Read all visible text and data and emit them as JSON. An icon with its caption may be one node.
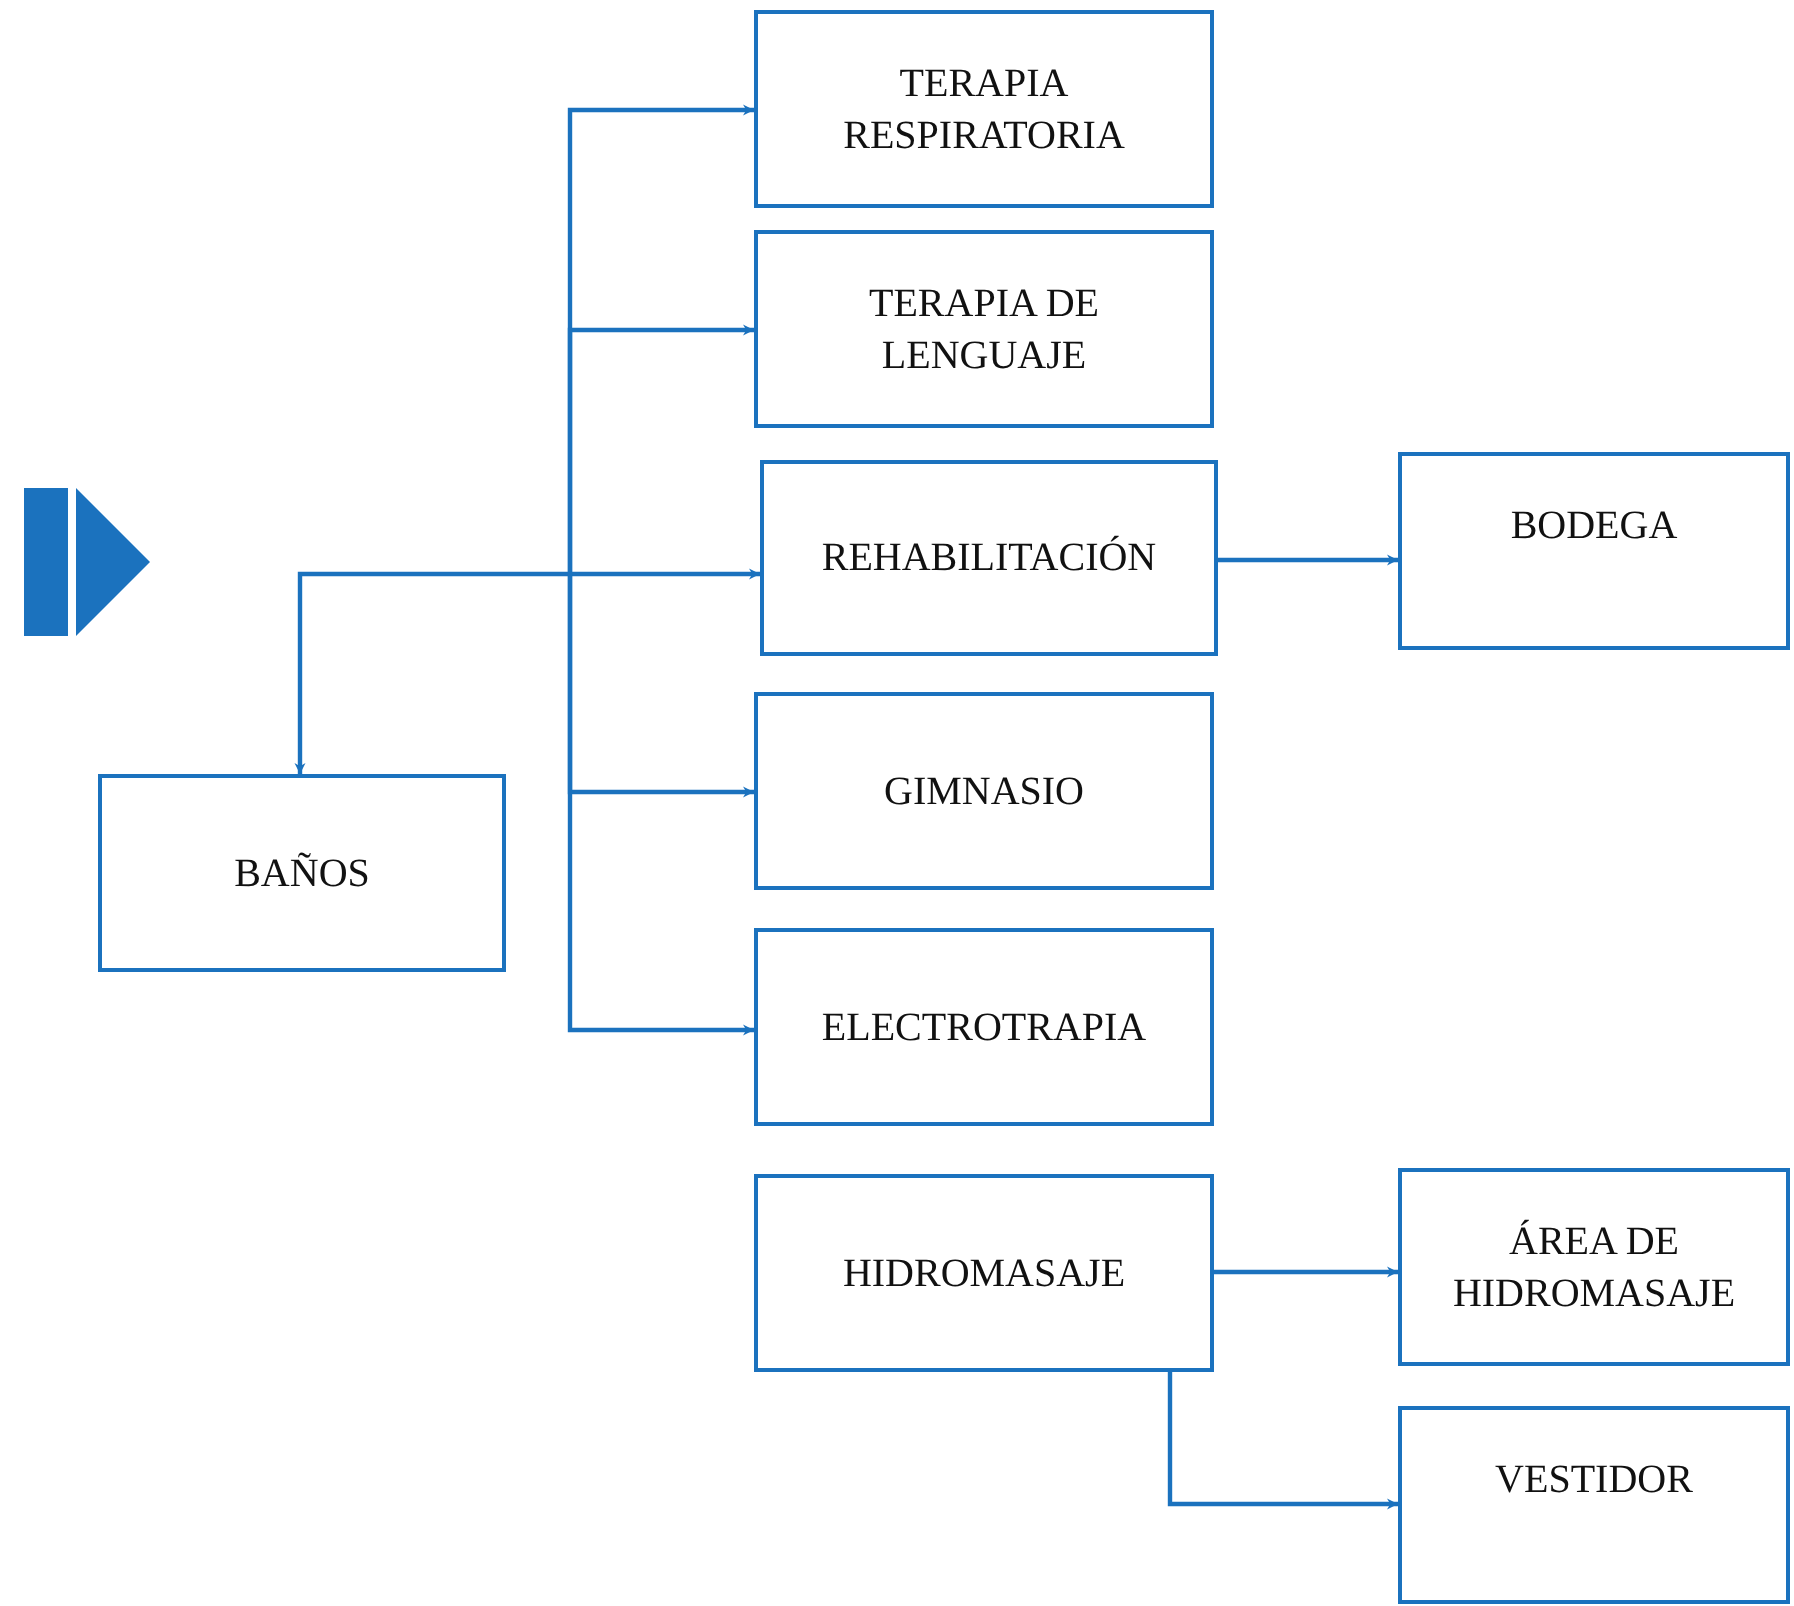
{
  "diagram": {
    "nodes": [
      {
        "text": [
          "TERAPIA RESPIRATORIA"
        ]
      },
      {
        "text": [
          "TERAPIA DE LENGUAJE"
        ]
      },
      {
        "text": [
          "REHABILITACIÓN"
        ]
      },
      {
        "text": [
          "BODEGA"
        ]
      },
      {
        "text": [
          "BAÑOS"
        ]
      },
      {
        "text": [
          "GIMNASIO"
        ]
      },
      {
        "text": [
          "ELECTROTRAPIA"
        ]
      },
      {
        "text": [
          "HIDROMASAJE"
        ]
      },
      {
        "text": [
          "ÁREA DE HIDROMASAJE"
        ]
      },
      {
        "text": [
          "VESTIDOR"
        ]
      }
    ],
    "edges": [
      {
        "from": null,
        "to": 0,
        "arrow": "to"
      },
      {
        "from": null,
        "to": 1,
        "arrow": "to"
      },
      {
        "from": null,
        "to": 2,
        "arrow": "to"
      },
      {
        "from": null,
        "to": 4,
        "arrow": "to"
      },
      {
        "from": null,
        "to": 5,
        "arrow": "to"
      },
      {
        "from": null,
        "to": 6,
        "arrow": "to"
      },
      {
        "from": 2,
        "to": 3,
        "arrow": "to"
      },
      {
        "from": 7,
        "to": 8,
        "arrow": "to"
      },
      {
        "from": 7,
        "to": 9,
        "arrow": "to"
      }
    ]
  }
}
